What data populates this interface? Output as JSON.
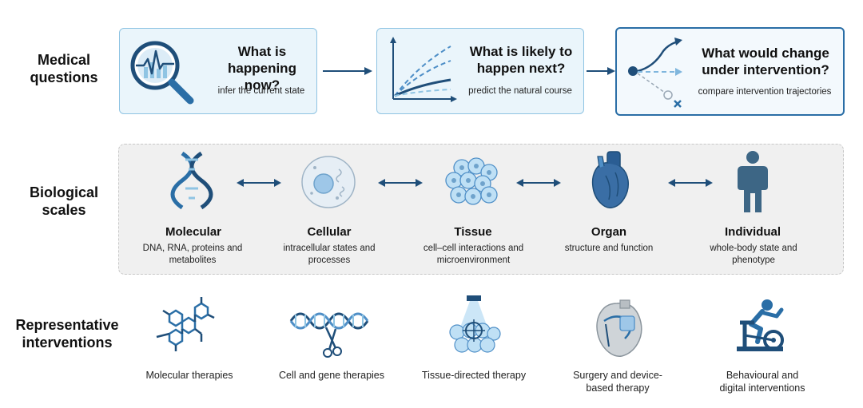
{
  "rows": {
    "medical": "Medical questions",
    "biological": "Biological scales",
    "interventions": "Representative interventions"
  },
  "questions": [
    {
      "title": "What is happening now?",
      "subtitle": "infer the current state",
      "icon": "magnifier-ecg-icon"
    },
    {
      "title": "What is likely to happen next?",
      "subtitle": "predict the natural course",
      "icon": "trajectory-chart-icon"
    },
    {
      "title": "What would change under intervention?",
      "subtitle": "compare intervention trajectories",
      "icon": "branching-trajectory-icon"
    }
  ],
  "scales": [
    {
      "title": "Molecular",
      "subtitle": "DNA, RNA, proteins and metabolites",
      "icon": "dna-icon"
    },
    {
      "title": "Cellular",
      "subtitle": "intracellular states and processes",
      "icon": "cell-icon"
    },
    {
      "title": "Tissue",
      "subtitle": "cell–cell interactions and microenvironment",
      "icon": "tissue-icon"
    },
    {
      "title": "Organ",
      "subtitle": "structure and function",
      "icon": "heart-icon"
    },
    {
      "title": "Individual",
      "subtitle": "whole-body state and phenotype",
      "icon": "person-icon"
    }
  ],
  "interventions": [
    {
      "label": "Molecular therapies",
      "icon": "molecule-icon"
    },
    {
      "label": "Cell and gene therapies",
      "icon": "dna-scissors-icon"
    },
    {
      "label": "Tissue-directed therapy",
      "icon": "targeted-beam-icon"
    },
    {
      "label": "Surgery and device-based therapy",
      "icon": "heart-device-icon"
    },
    {
      "label": "Behavioural and digital interventions",
      "icon": "exercise-bike-icon"
    }
  ],
  "colors": {
    "accent": "#2a6ea6",
    "dark_blue": "#1f4e79",
    "light_blue": "#8fc4e3",
    "box_fill": "#eaf5fb"
  }
}
